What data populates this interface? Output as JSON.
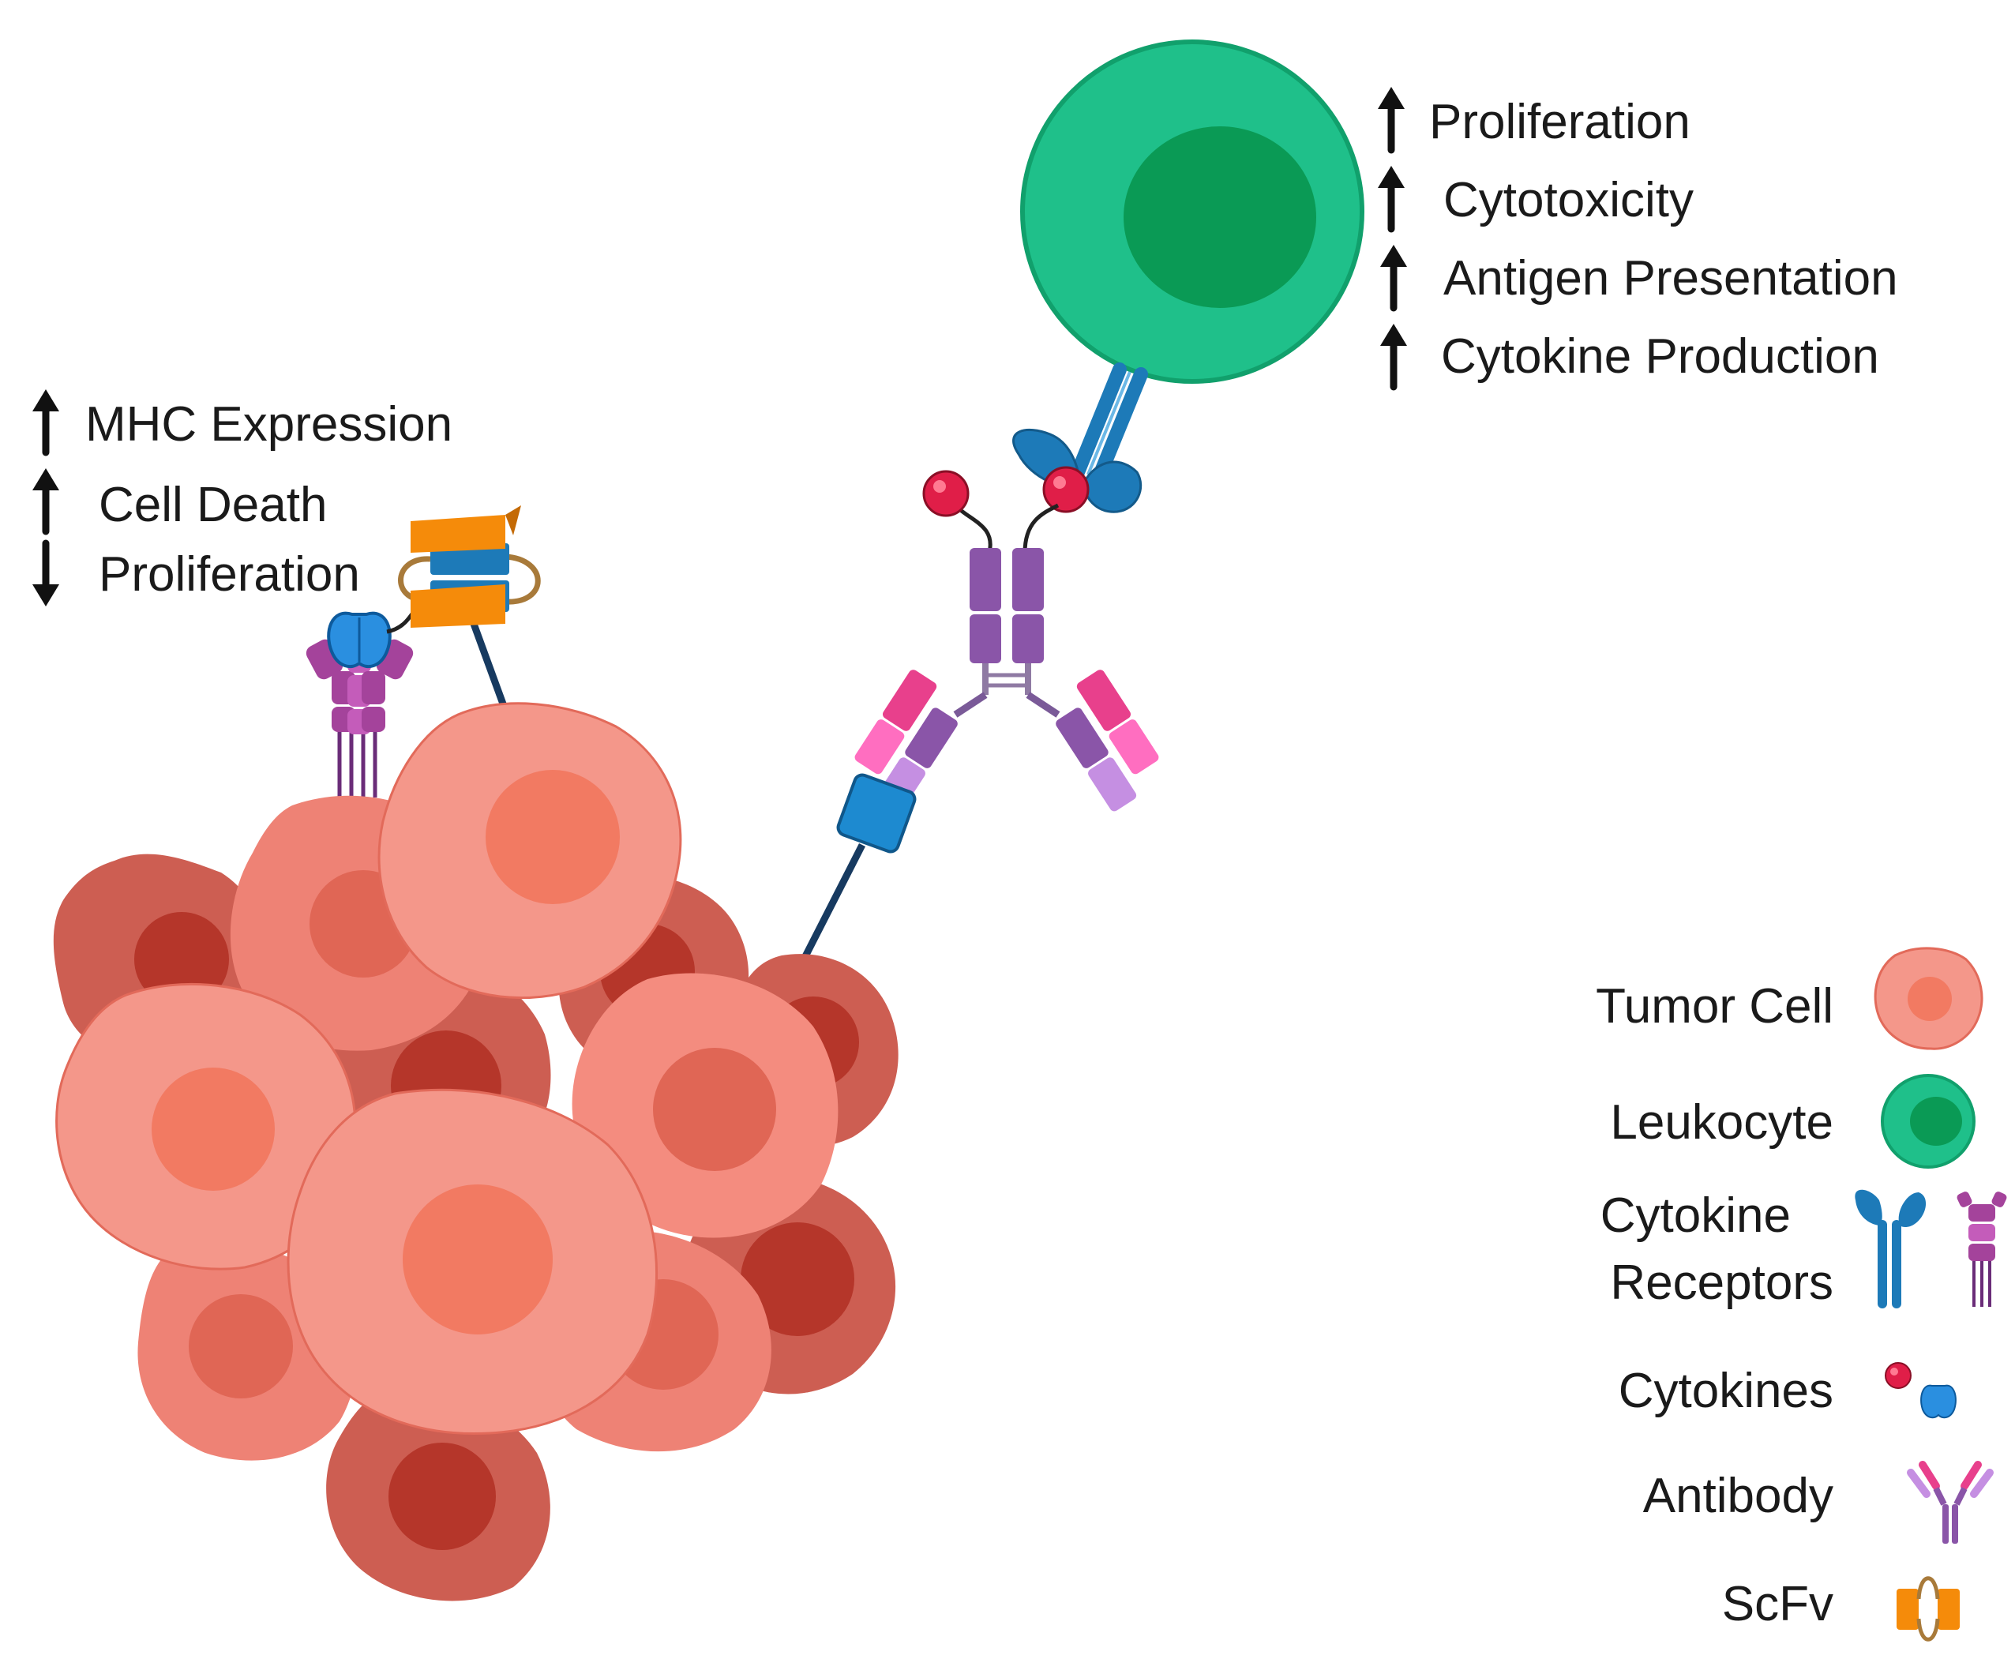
{
  "leukocyte_effects": [
    {
      "direction": "up",
      "label": "Proliferation"
    },
    {
      "direction": "up",
      "label": "Cytotoxicity"
    },
    {
      "direction": "up",
      "label": "Antigen Presentation"
    },
    {
      "direction": "up",
      "label": "Cytokine Production"
    }
  ],
  "tumor_effects": [
    {
      "direction": "up",
      "label": "MHC Expression"
    },
    {
      "direction": "up",
      "label": "Cell Death"
    },
    {
      "direction": "down",
      "label": "Proliferation"
    }
  ],
  "legend": {
    "tumor_cell": "Tumor Cell",
    "leukocyte": "Leukocyte",
    "cytokine_receptors_line1": "Cytokine",
    "cytokine_receptors_line2": "Receptors",
    "cytokines": "Cytokines",
    "antibody": "Antibody",
    "scfv": "ScFv"
  },
  "colors": {
    "tumor_light": "#f4978a",
    "tumor_light_nucleus": "#f27a62",
    "tumor_dark": "#cd5e52",
    "tumor_dark_nucleus": "#b5362a",
    "leukocyte": "#1fc08a",
    "leukocyte_nucleus": "#0a9a55",
    "receptor_blue": "#1d7ab8",
    "receptor_magenta": "#a4439b",
    "antibody_purple": "#8a55a8",
    "antibody_pink": "#e8408c",
    "antibody_lilac": "#c58fe2",
    "cytokine_red": "#e01e48",
    "cytokine_blue": "#2a8fe0",
    "scfv_orange": "#f58b0a",
    "tether": "#173a60"
  }
}
